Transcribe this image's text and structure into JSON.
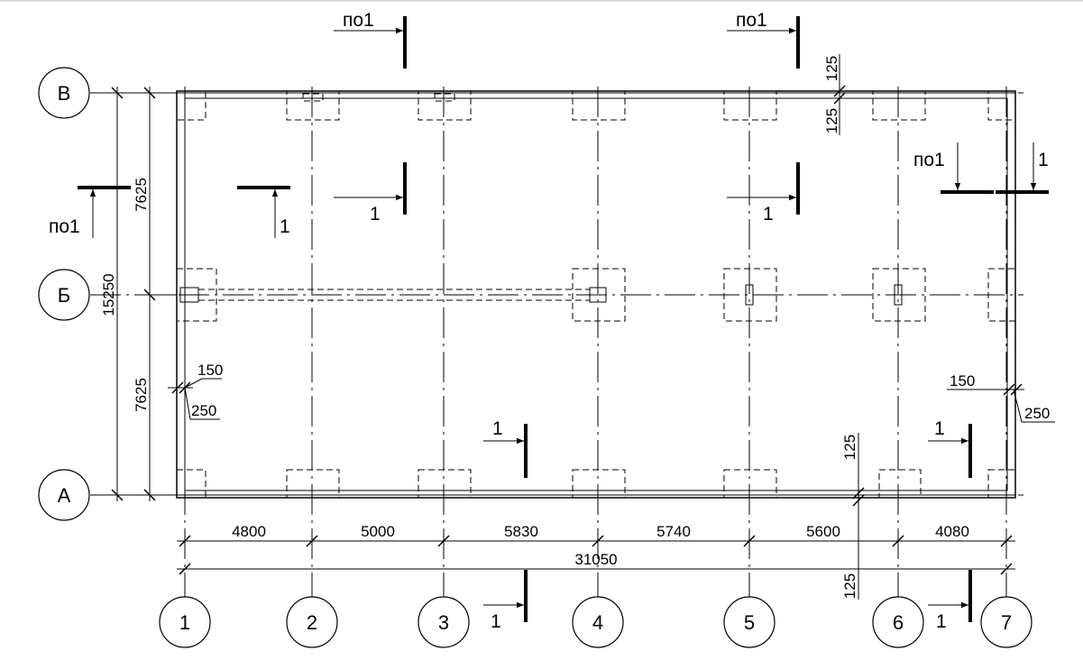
{
  "axes_numbers": [
    "1",
    "2",
    "3",
    "4",
    "5",
    "6",
    "7"
  ],
  "axes_letters": [
    "В",
    "Б",
    "А"
  ],
  "dims_bottom": [
    "4800",
    "5000",
    "5830",
    "5740",
    "5600",
    "4080"
  ],
  "dim_total": "31050",
  "dims_left": [
    "7625",
    "7625"
  ],
  "dim_left_total": "15250",
  "wall_dims": {
    "a": "150",
    "b": "250"
  },
  "offset_125": "125",
  "section_label": "1",
  "section_ref": "по1"
}
